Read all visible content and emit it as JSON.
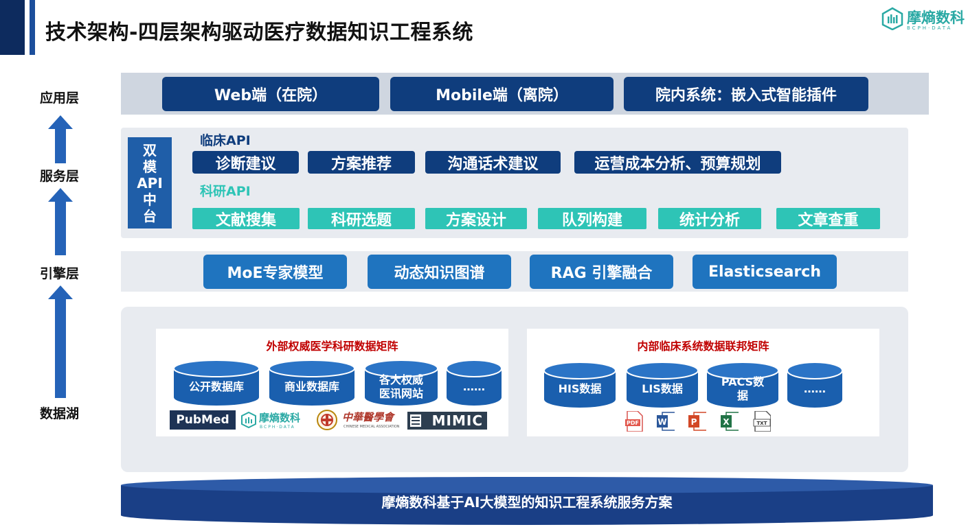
{
  "title": "技术架构-四层架构驱动医疗数据知识工程系统",
  "logo": {
    "name": "摩熵数科",
    "sub": "BCPH·DATA"
  },
  "layers": {
    "app": "应用层",
    "service": "服务层",
    "engine": "引擎层",
    "lake": "数据湖"
  },
  "app_layer": [
    "Web端（在院）",
    "Mobile端（离院）",
    "院内系统：嵌入式智能插件"
  ],
  "service_layer": {
    "hub": [
      "双",
      "模",
      "API",
      "中",
      "台"
    ],
    "clinical_title": "临床API",
    "clinical": [
      "诊断建议",
      "方案推荐",
      "沟通话术建议",
      "运营成本分析、预算规划"
    ],
    "research_title": "科研API",
    "research": [
      "文献搜集",
      "科研选题",
      "方案设计",
      "队列构建",
      "统计分析",
      "文章查重"
    ]
  },
  "engine_layer": [
    "MoE专家模型",
    "动态知识图谱",
    "RAG 引擎融合",
    "Elasticsearch"
  ],
  "data_lake": {
    "external_title": "外部权威医学科研数据矩阵",
    "external_dbs": [
      "公开数据库",
      "商业数据库",
      "各大权威医讯网站",
      "……"
    ],
    "external_logos": {
      "pubmed": "PubMed",
      "moxi": "摩熵数科",
      "moxi_sub": "BCPH·DATA",
      "cma": "中華醫學會",
      "cma_sub": "CHINESE MEDICAL ASSOCIATION",
      "mimic": "MIMIC"
    },
    "internal_title": "内部临床系统数据联邦矩阵",
    "internal_dbs": [
      "HIS数据",
      "LIS数据",
      "PACS数据",
      "……"
    ],
    "file_icons": [
      "pdf-icon",
      "word-icon",
      "powerpoint-icon",
      "excel-icon",
      "txt-icon"
    ],
    "file_labels": {
      "pdf": "PDF",
      "word": "W",
      "ppt": "P",
      "excel": "X",
      "txt": "TXT"
    }
  },
  "footer": "摩熵数科基于AI大模型的知识工程系统服务方案",
  "colors": {
    "dark_navy": "#0f3d7d",
    "engine_blue": "#1f74bf",
    "teal": "#2ec4b6",
    "red_title": "#c00000",
    "band_gray": "#e8ebf0"
  }
}
